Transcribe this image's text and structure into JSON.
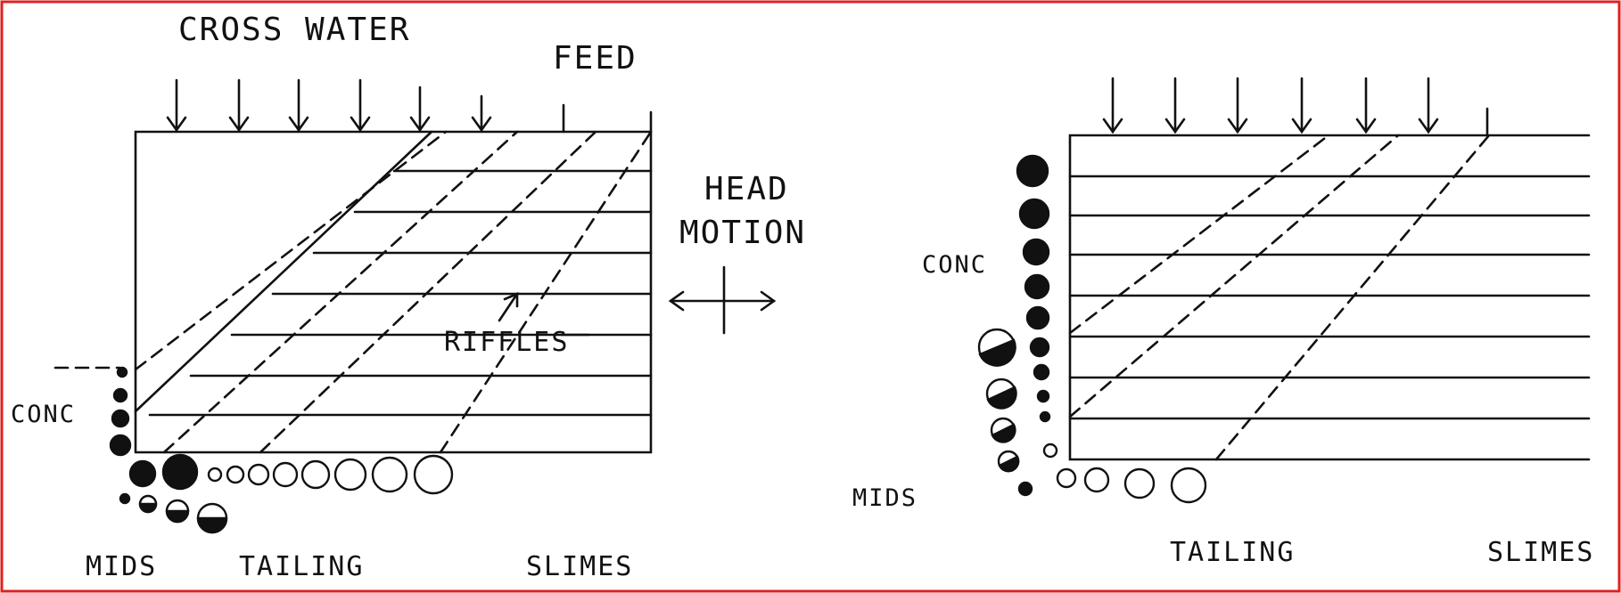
{
  "colors": {
    "border": "#e02020",
    "ink": "#111111",
    "background": "#ffffff"
  },
  "left_table": {
    "cross_water_label": "CROSS WATER",
    "feed_label": "FEED",
    "riffles_label": "RIFFLES",
    "conc_label": "CONC",
    "mids_label": "MIDS",
    "tailing_label": "TAILING",
    "slimes_label": "SLIMES"
  },
  "head_motion": {
    "line1": "HEAD",
    "line2": "MOTION"
  },
  "right_table": {
    "conc_label": "CONC",
    "mids_label": "MIDS",
    "tailing_label": "TAILING",
    "slimes_label": "SLIMES"
  }
}
